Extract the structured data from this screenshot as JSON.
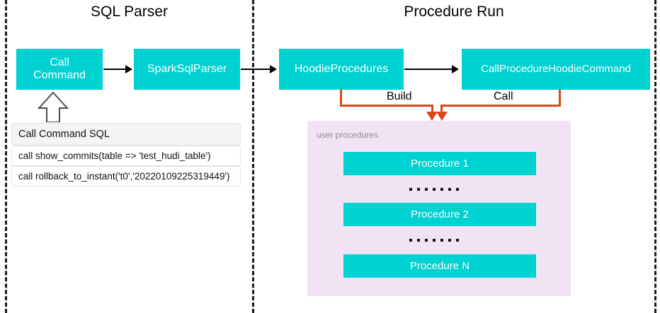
{
  "sections": [
    {
      "title": "SQL Parser"
    },
    {
      "title": "Procedure Run"
    }
  ],
  "nodes": {
    "call_command": "Call\nCommand",
    "call_command_line1": "Call",
    "call_command_line2": "Command",
    "spark_sql_parser": "SparkSqlParser",
    "hoodie_procedures": "HoodieProcedures",
    "call_procedure_hoodie_command": "CallProcedureHoodieCommand"
  },
  "edge_labels": {
    "build": "Build",
    "call": "Call"
  },
  "sql_table": {
    "header": "Call Command SQL",
    "rows": [
      "call show_commits(table => 'test_hudi_table')",
      "call rollback_to_instant('t0','20220109225319449')"
    ]
  },
  "procedures_panel": {
    "label": "user procedures",
    "items": [
      "Procedure 1",
      "Procedure 2",
      "Procedure N"
    ]
  },
  "colors": {
    "node_fill": "#00d1d1",
    "node_text": "#ffffff",
    "panel_fill": "#f1e3f3",
    "connector_orange": "#d9481c",
    "arrow_black": "#000000",
    "divider": "#1a1a1a",
    "panel_label": "#8d8d8d"
  }
}
